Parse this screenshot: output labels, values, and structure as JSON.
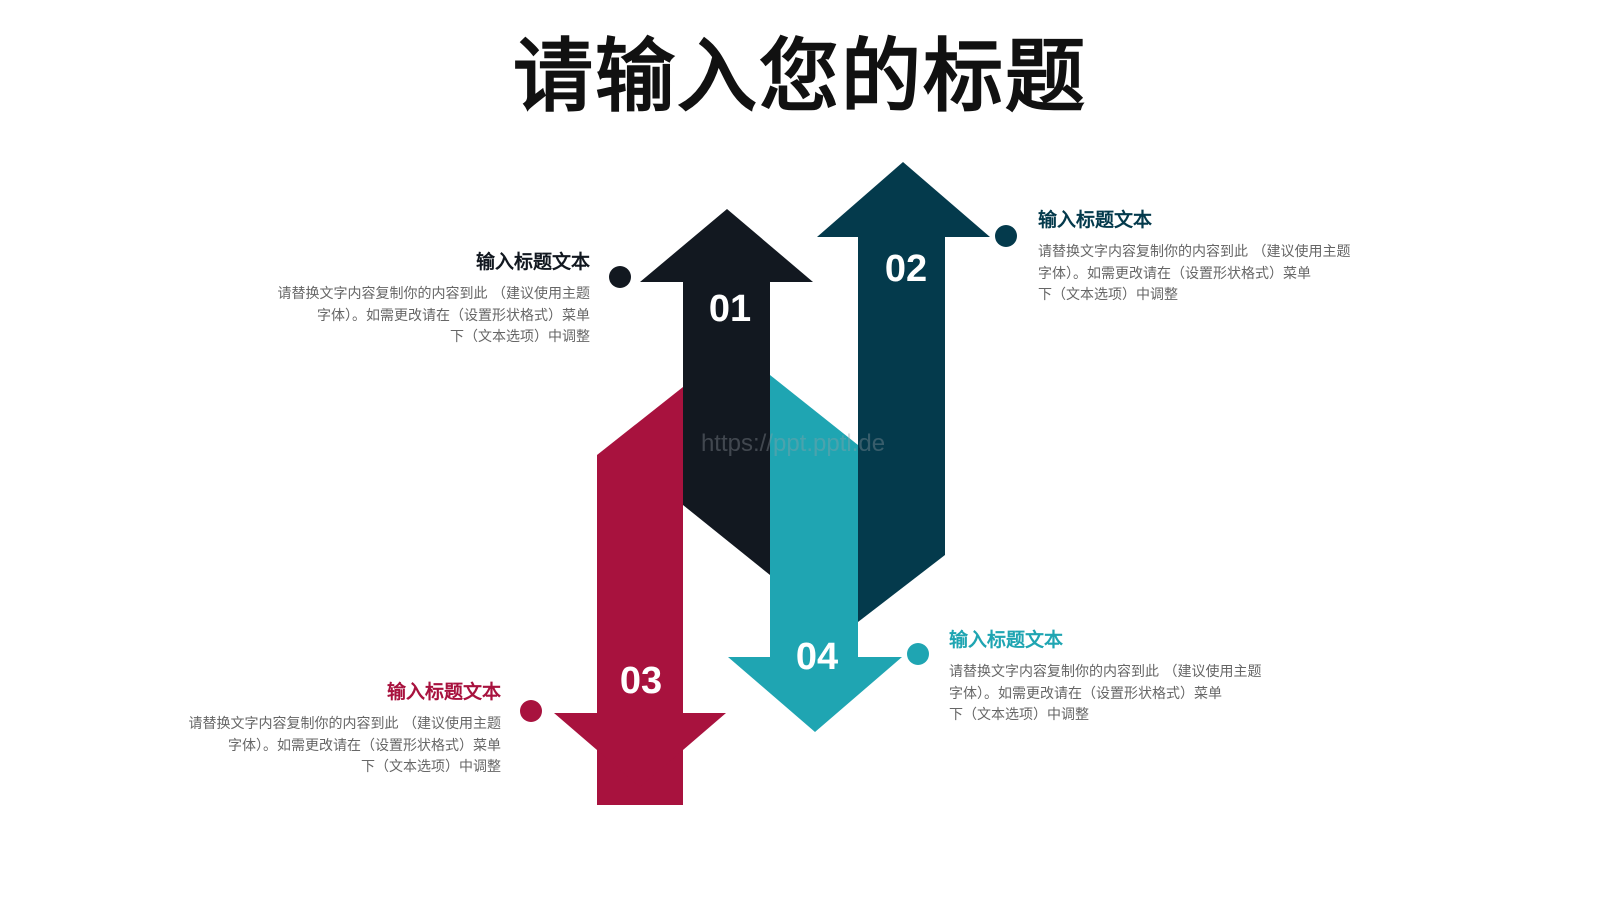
{
  "title": "请输入您的标题",
  "watermark": "https://ppt.pptl.de",
  "colors": {
    "step1": "#121820",
    "step2": "#043a4c",
    "step3": "#a8123e",
    "step4": "#1fa5b2"
  },
  "steps": [
    {
      "number": "01",
      "title": "输入标题文本",
      "body": [
        "请替换文字内容复制你的内容到此 （建议使用主题",
        "字体）。如需更改请在（设置形状格式）菜单",
        "下（文本选项）中调整"
      ]
    },
    {
      "number": "02",
      "title": "输入标题文本",
      "body": [
        "请替换文字内容复制你的内容到此 （建议使用主题",
        "字体）。如需更改请在（设置形状格式）菜单",
        "下（文本选项）中调整"
      ]
    },
    {
      "number": "03",
      "title": "输入标题文本",
      "body": [
        "请替换文字内容复制你的内容到此 （建议使用主题",
        "字体）。如需更改请在（设置形状格式）菜单",
        "下（文本选项）中调整"
      ]
    },
    {
      "number": "04",
      "title": "输入标题文本",
      "body": [
        "请替换文字内容复制你的内容到此 （建议使用主题",
        "字体）。如需更改请在（设置形状格式）菜单",
        "下（文本选项）中调整"
      ]
    }
  ]
}
